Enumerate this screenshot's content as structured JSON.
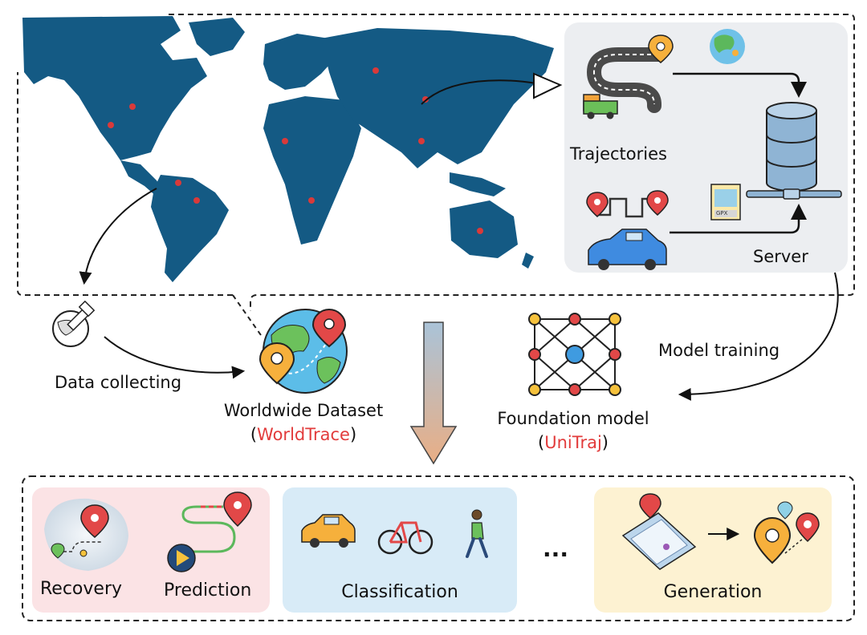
{
  "top_panel": {
    "trajectories_label": "Trajectories",
    "server_label": "Server",
    "gpx_tag": "GPX"
  },
  "middle": {
    "data_collecting_label": "Data collecting",
    "dataset_label": "Worldwide Dataset",
    "dataset_name": "WorldTrace",
    "model_training_label": "Model training",
    "model_label": "Foundation model",
    "model_name": "UniTraj",
    "paren_open": "(",
    "paren_close": ")"
  },
  "tasks": {
    "recovery_label": "Recovery",
    "prediction_label": "Prediction",
    "classification_label": "Classification",
    "ellipsis": "...",
    "generation_label": "Generation"
  },
  "colors": {
    "map_blue": "#145a84",
    "panel_gray": "#eceef1",
    "recovery_bg": "#fbe3e5",
    "classification_bg": "#d8ebf7",
    "generation_bg": "#fdf2d2",
    "accent_red": "#e23b3b",
    "arrow_gradient_top": "#aac3d8",
    "arrow_gradient_bottom": "#e9ae85"
  }
}
